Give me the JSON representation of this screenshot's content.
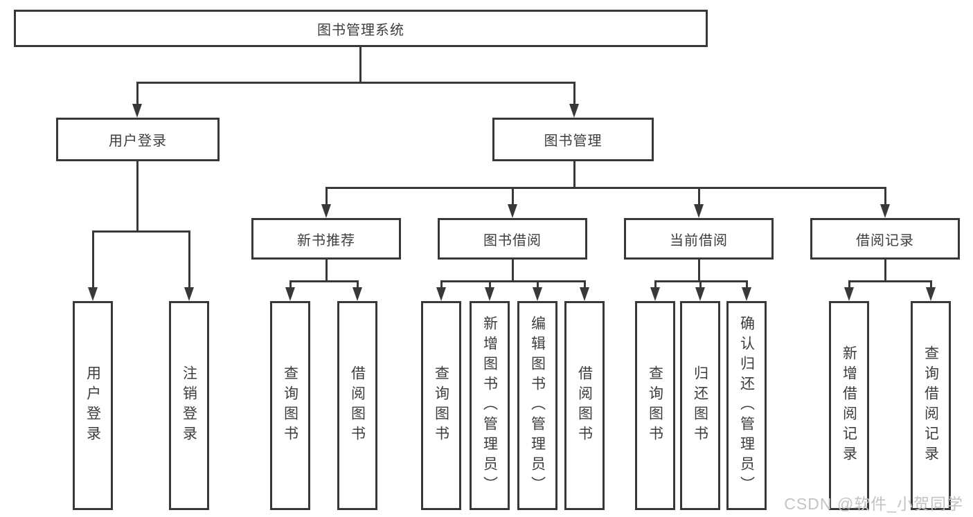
{
  "nodes": {
    "root": {
      "label": "图书管理系统"
    },
    "level2": [
      {
        "label": "用户登录"
      },
      {
        "label": "图书管理"
      }
    ],
    "level3": [
      {
        "label": "新书推荐",
        "parent": "图书管理"
      },
      {
        "label": "图书借阅",
        "parent": "图书管理"
      },
      {
        "label": "当前借阅",
        "parent": "图书管理"
      },
      {
        "label": "借阅记录",
        "parent": "图书管理"
      }
    ],
    "leaves": [
      {
        "label": "用户登录",
        "parent": "用户登录"
      },
      {
        "label": "注销登录",
        "parent": "用户登录"
      },
      {
        "label": "查询图书",
        "parent": "新书推荐"
      },
      {
        "label": "借阅图书",
        "parent": "新书推荐"
      },
      {
        "label": "查询图书",
        "parent": "图书借阅"
      },
      {
        "label": "新增图书（管理员）",
        "parent": "图书借阅"
      },
      {
        "label": "编辑图书（管理员）",
        "parent": "图书借阅"
      },
      {
        "label": "借阅图书",
        "parent": "图书借阅"
      },
      {
        "label": "查询图书",
        "parent": "当前借阅"
      },
      {
        "label": "归还图书",
        "parent": "当前借阅"
      },
      {
        "label": "确认归还（管理员）",
        "parent": "当前借阅"
      },
      {
        "label": "新增借阅记录",
        "parent": "借阅记录"
      },
      {
        "label": "查询借阅记录",
        "parent": "借阅记录"
      }
    ]
  },
  "watermark": "CSDN @软件_小贺同学",
  "colors": {
    "line_color": "#383838",
    "text_color": "#3d3d3d",
    "watermark_color": "#c6c2c2",
    "background_color": "#ffffff"
  }
}
